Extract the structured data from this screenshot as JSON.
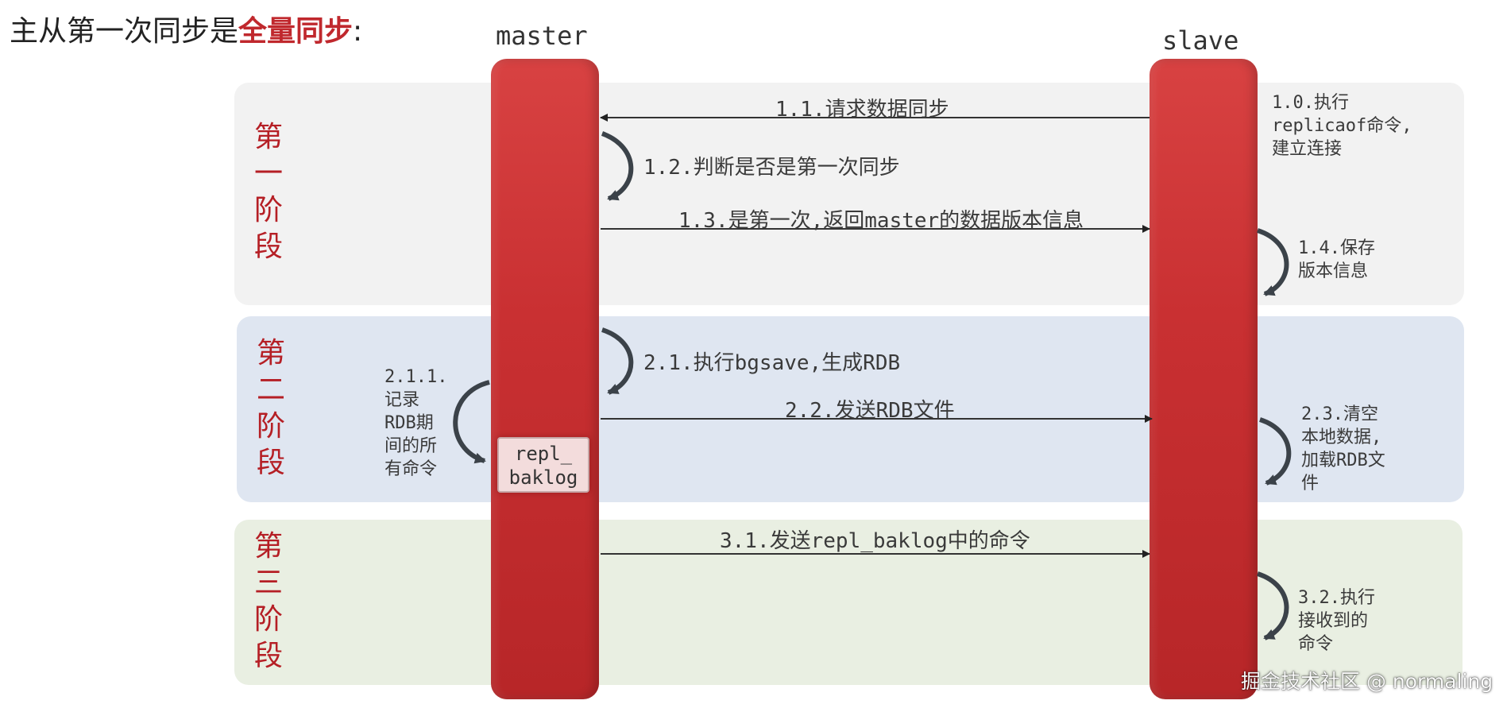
{
  "title": {
    "prefix": "主从第一次同步是",
    "highlight": "全量同步",
    "suffix": ":"
  },
  "columns": {
    "master": "master",
    "slave": "slave"
  },
  "stages": [
    {
      "chars": [
        "第",
        "一",
        "阶",
        "段"
      ]
    },
    {
      "chars": [
        "第",
        "二",
        "阶",
        "段"
      ]
    },
    {
      "chars": [
        "第",
        "三",
        "阶",
        "段"
      ]
    }
  ],
  "steps": {
    "s1_0": [
      "1.0.执行",
      "replicaof命令,",
      "建立连接"
    ],
    "s1_1": "1.1.请求数据同步",
    "s1_2": "1.2.判断是否是第一次同步",
    "s1_3": "1.3.是第一次,返回master的数据版本信息",
    "s1_4": [
      "1.4.保存",
      "版本信息"
    ],
    "s2_1": "2.1.执行bgsave,生成RDB",
    "s2_1_1": [
      "2.1.1.",
      "记录",
      "RDB期",
      "间的所",
      "有命令"
    ],
    "s2_2": "2.2.发送RDB文件",
    "s2_3": [
      "2.3.清空",
      "本地数据,",
      "加载RDB文",
      "件"
    ],
    "s3_1": "3.1.发送repl_baklog中的命令",
    "s3_2": [
      "3.2.执行",
      "接收到的",
      "命令"
    ]
  },
  "repl_box": [
    "repl_",
    "baklog"
  ],
  "watermark": "掘金技术社区 @ normaling",
  "colors": {
    "accent": "#c0282d",
    "lifeline": "#c93032",
    "stage_text": "#b51f25"
  }
}
